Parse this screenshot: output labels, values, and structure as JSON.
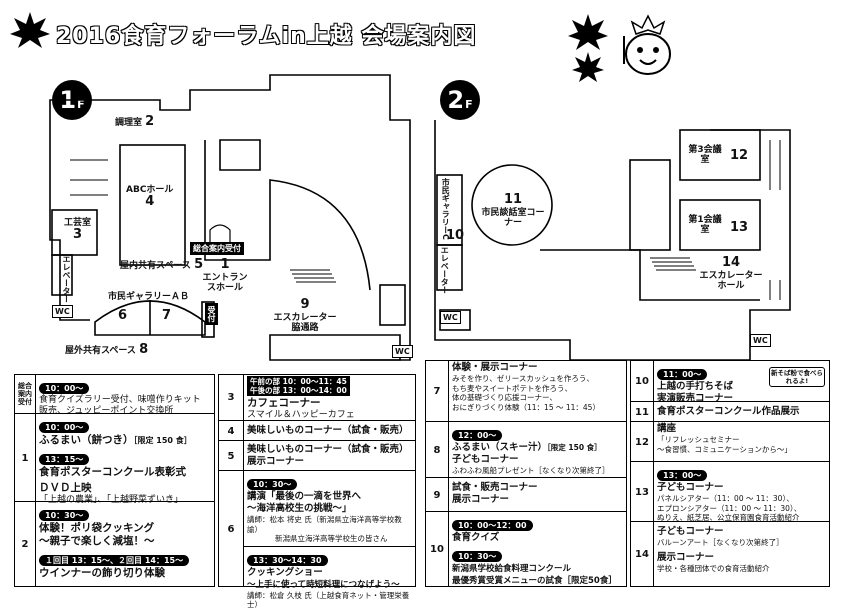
{
  "title": "2016食育フォーラムin上越 会場案内図",
  "floor1": {
    "badge_num": "1",
    "badge_unit": "F",
    "rooms": {
      "cooking_label": "調理室",
      "cooking_num": "2",
      "abc_label": "ABCホール",
      "abc_num": "4",
      "craft_label": "工芸室",
      "craft_num": "3",
      "elevator": "エレベーター",
      "space_label": "屋内共有スペース",
      "space_num": "5",
      "entrance_num": "1",
      "entrance_label": "エントランスホール",
      "info_desk": "総合案内受付",
      "gallery_label": "市民ギャラリーＡＢ",
      "gallery_a": "6",
      "gallery_b": "7",
      "reception": "受付",
      "wc": "WC",
      "outdoor_label": "屋外共有スペース",
      "outdoor_num": "8",
      "escalator_num": "9",
      "escalator_label": "エスカレーター脇通路",
      "wc2": "WC"
    }
  },
  "floor2": {
    "badge_num": "2",
    "badge_unit": "F",
    "rooms": {
      "gallery_c_label": "市民ギャラリーC",
      "gallery_c_num": "10",
      "round_num": "11",
      "round_label": "市民談話室コーナー",
      "lecture3_label": "第3会議室",
      "lecture3_num": "12",
      "lecture1_label": "第1会議室",
      "lecture1_num": "13",
      "elevator": "エレベーター",
      "esc_num": "14",
      "esc_label": "エスカレーターホール",
      "wc": "WC",
      "wc2": "WC"
    }
  },
  "table1": {
    "rows": [
      {
        "idx": "総合案内受付",
        "time": "10：00〜",
        "lines": [
          "食育クイズラリー受付、味噌作りキット",
          "販売、ジュッピーポイント交換所"
        ]
      },
      {
        "idx": "1",
        "time1": "10：00〜",
        "title1": "ふるまい（餅つき）",
        "note1": "［限定 150 食］",
        "time2": "13：15〜",
        "title2": "食育ポスターコンクール表彰式",
        "title3": "ＤＶＤ上映",
        "sub3": "「上越の農業」、「上越野菜ずいき」"
      },
      {
        "idx": "2",
        "time1": "10：30〜",
        "title1": "体験！ポリ袋クッキング",
        "title1b": "〜親子で楽しく減塩！〜",
        "time2": "１回目 13：15〜、２回目 14：15〜",
        "title2": "ウインナーの飾り切り体験"
      }
    ]
  },
  "table2": {
    "rows": [
      {
        "idx": "3",
        "time_a_lbl": "午前の部",
        "time_a": "10：00〜11：45",
        "time_b_lbl": "午後の部",
        "time_b": "13：00〜14：00",
        "title": "カフェコーナー",
        "sub": "スマイル＆ハッピーカフェ"
      },
      {
        "idx": "4",
        "title": "美味しいものコーナー（試食・販売）"
      },
      {
        "idx": "5",
        "title": "美味しいものコーナー（試食・販売）",
        "title2": "展示コーナー"
      },
      {
        "idx": "6",
        "time": "10：30〜",
        "title": "講演「最後の一滴を世界へ",
        "title2": "〜海洋高校生の挑戦〜」",
        "sub": "講師：松本 将史 氏（新潟県立海洋高等学校教諭）",
        "sub2": "新潟県立海洋高等学校生の皆さん"
      },
      {
        "idx": "",
        "time": "13：30〜14：30",
        "title": "クッキングショー",
        "title2": "〜上手に使って時短料理につなげよう〜",
        "sub": "講師：松倉 久枝 氏（上越食育ネット・管理栄養士）"
      }
    ]
  },
  "table3": {
    "rows": [
      {
        "idx": "7",
        "title": "体験・展示コーナー",
        "lines": [
          "みそを作り、ゼリースカッシュを作ろう、",
          "もち麦やスイートポテトを作ろう、",
          "体の基礎づくり応援コーナー、",
          "おにぎりづくり体験（11：15 〜 11：45）"
        ]
      },
      {
        "idx": "8",
        "time": "12：00〜",
        "title": "ふるまい（スキー汁）",
        "note": "［限定 150 食］",
        "title2": "子どもコーナー",
        "sub": "ふわふわ風船プレゼント［なくなり次第終了］"
      },
      {
        "idx": "9",
        "title": "試食・販売コーナー",
        "title2": "展示コーナー"
      },
      {
        "idx": "10",
        "time": "10：00〜12：00",
        "title": "食育クイズ",
        "time2": "10：30〜",
        "title2": "新潟県学校給食料理コンクール",
        "title3": "最優秀賞受賞メニューの試食［限定50食］"
      }
    ]
  },
  "table4": {
    "rows": [
      {
        "idx": "10",
        "time": "11：00〜",
        "title": "上越の手打ちそば",
        "title2": "実演販売コーナー",
        "badge": "新そば粉で食べられるよ!"
      },
      {
        "idx": "11",
        "title": "食育ポスターコンクール作品展示"
      },
      {
        "idx": "12",
        "title": "講座",
        "lines": [
          "「リフレッシュセミナー",
          "〜食習慣、コミュニケーションから〜」"
        ]
      },
      {
        "idx": "13",
        "time": "13：00〜",
        "title": "子どもコーナー",
        "lines": [
          "パネルシアター（11：00 〜 11：30）、",
          "エプロンシアター（11：00 〜 11：30）、",
          "ぬりえ、紙芝居、公立保育園食育活動紹介"
        ]
      },
      {
        "idx": "14",
        "title": "子どもコーナー",
        "sub": "バルーンアート［なくなり次第終了］",
        "title2": "展示コーナー",
        "sub2": "学校・各種団体での食育活動紹介"
      }
    ]
  }
}
